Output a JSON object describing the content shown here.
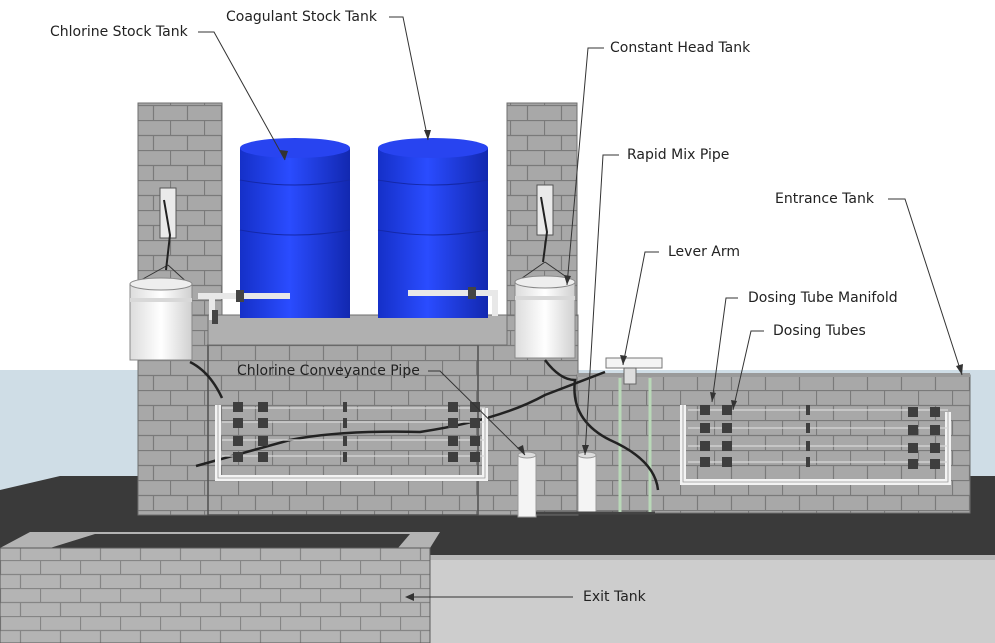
{
  "labels": {
    "chlorine_stock_tank": "Chlorine Stock Tank",
    "coagulant_stock_tank": "Coagulant Stock Tank",
    "constant_head_tank": "Constant Head Tank",
    "rapid_mix_pipe": "Rapid Mix Pipe",
    "entrance_tank": "Entrance Tank",
    "lever_arm": "Lever Arm",
    "dosing_tube_manifold": "Dosing Tube Manifold",
    "dosing_tubes": "Dosing Tubes",
    "chlorine_conveyance_pipe": "Chlorine Conveyance Pipe",
    "exit_tank": "Exit Tank"
  },
  "colors": {
    "sky": "#ffffff",
    "horizon": "#cfdde6",
    "ground": "#3a3a3a",
    "block": "#a6a6a6",
    "block_light": "#b9b9b9",
    "mortar": "#7d7d7d",
    "barrel": "#1a35e0",
    "pipe": "#f2f2f2",
    "valve": "#4a4a4a",
    "leader": "#333333"
  }
}
